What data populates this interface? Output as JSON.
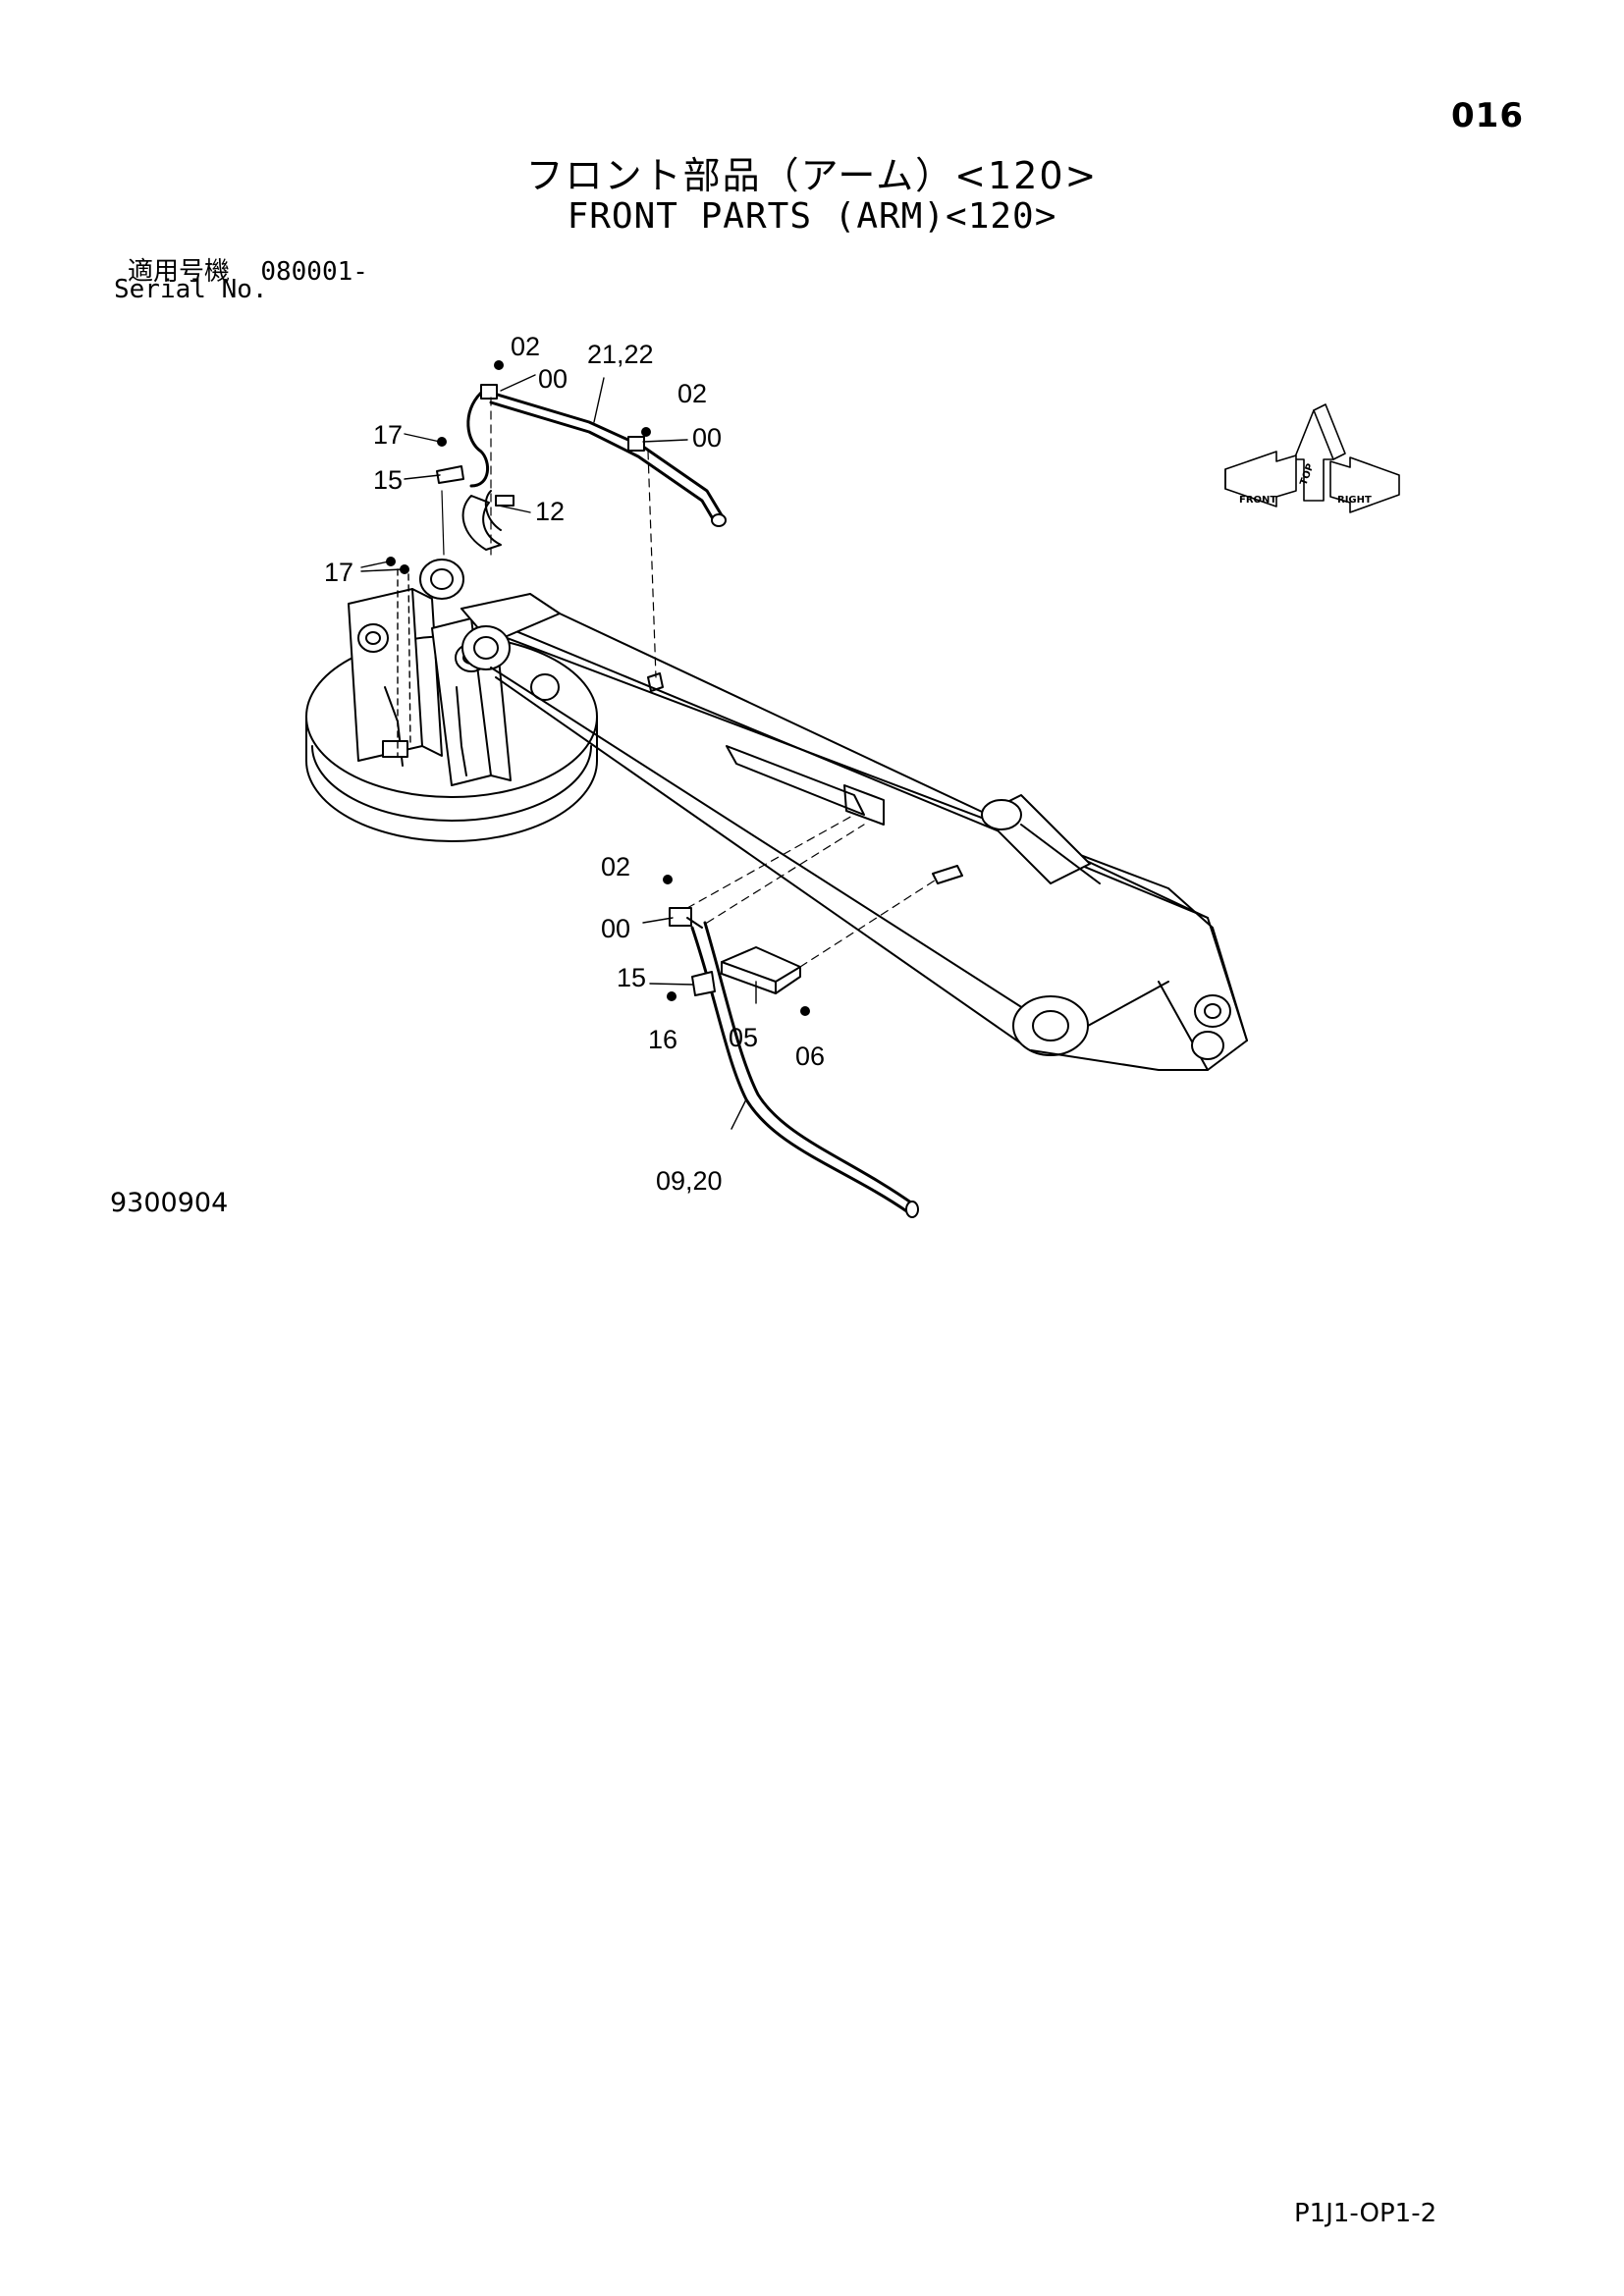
{
  "page_number": "016",
  "title_jp": "フロント部品（アーム）<120>",
  "title_en": "FRONT PARTS (ARM)<120>",
  "serial_label_jp": "適用号機",
  "serial_value": "080001-",
  "serial_label_en": "Serial No.",
  "drawing_number": "9300904",
  "document_code": "P1J1-OP1-2",
  "orientation_labels": {
    "top": "TOP",
    "front": "FRONT",
    "right": "RIGHT"
  },
  "callouts": {
    "c02_top": "02",
    "c00_top": "00",
    "c2122": "21,22",
    "c02_mid": "02",
    "c00_mid": "00",
    "c17_top": "17",
    "c15_top": "15",
    "c12": "12",
    "c17_left": "17",
    "c02_low": "02",
    "c00_low": "00",
    "c15_low": "15",
    "c16": "16",
    "c05": "05",
    "c06": "06",
    "c0920": "09,20"
  }
}
